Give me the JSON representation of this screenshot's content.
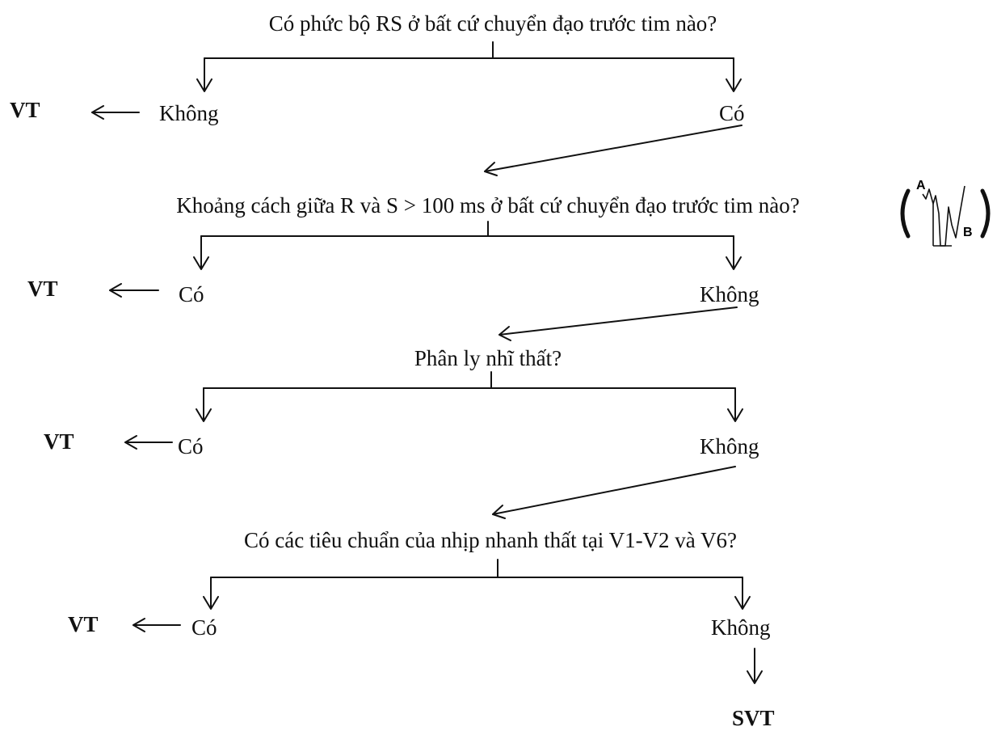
{
  "questions": [
    "Có phức bộ RS ở bất cứ chuyển đạo trước tim nào?",
    "Khoảng cách giữa R và S > 100 ms ở bất cứ chuyển đạo trước tim nào?",
    "Phân ly nhĩ thất?",
    "Có các tiêu chuẩn của nhịp nhanh thất tại V1-V2 và V6?"
  ],
  "branches": [
    {
      "left": "Không",
      "right": "Có",
      "result": "VT"
    },
    {
      "left": "Có",
      "right": "Không",
      "result": "VT"
    },
    {
      "left": "Có",
      "right": "Không",
      "result": "VT"
    },
    {
      "left": "Có",
      "right": "Không",
      "result": "VT"
    }
  ],
  "final_result": "SVT",
  "waveform": {
    "label_a": "A",
    "label_b": "B"
  }
}
